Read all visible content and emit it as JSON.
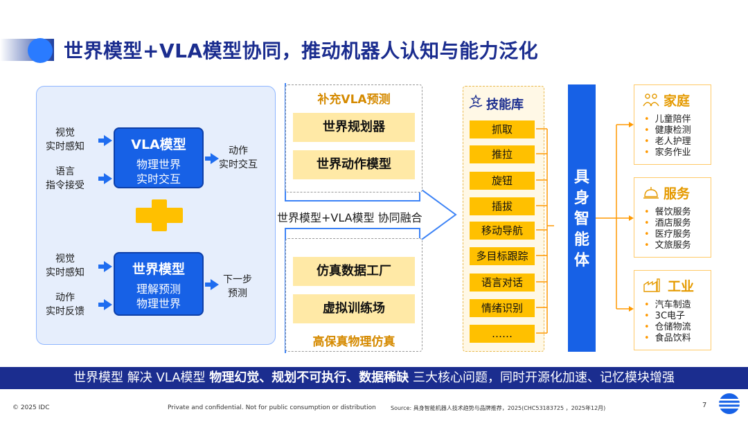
{
  "title": "世界模型+VLA模型协同，推动机器人认知与能力泛化",
  "left": {
    "vla_model": {
      "inputs": [
        {
          "line1": "视觉",
          "line2": "实时感知"
        },
        {
          "line1": "语言",
          "line2": "指令接受"
        }
      ],
      "title": "VLA模型",
      "sub1": "物理世界",
      "sub2": "实时交互",
      "output_line1": "动作",
      "output_line2": "实时交互"
    },
    "world_model": {
      "inputs": [
        {
          "line1": "视觉",
          "line2": "实时感知"
        },
        {
          "line1": "动作",
          "line2": "实时反馈"
        }
      ],
      "title": "世界模型",
      "sub1": "理解预测",
      "sub2": "物理世界",
      "output_line1": "下一步",
      "output_line2": "预测"
    }
  },
  "middle": {
    "top_head": "补充VLA预测",
    "top_items": [
      "世界规划器",
      "世界动作模型"
    ],
    "arrow_text": "世界模型+VLA模型   协同融合",
    "bottom_items": [
      "仿真数据工厂",
      "虚拟训练场"
    ],
    "bottom_head": "高保真物理仿真"
  },
  "skills": {
    "head": "技能库",
    "items": [
      "抓取",
      "推拉",
      "旋钮",
      "插拔",
      "移动导航",
      "多目标跟踪",
      "语言对话",
      "情绪识别",
      "……"
    ]
  },
  "embodied": "具身智能体",
  "categories": [
    {
      "name": "家庭",
      "items": [
        "儿童陪伴",
        "健康检测",
        "老人护理",
        "家务作业"
      ]
    },
    {
      "name": "服务",
      "items": [
        "餐饮服务",
        "酒店服务",
        "医疗服务",
        "文旅服务"
      ]
    },
    {
      "name": "工业",
      "items": [
        "汽车制造",
        "3C电子",
        "仓储物流",
        "食品饮料"
      ]
    }
  ],
  "banner": {
    "p1": "世界模型 解决 VLA模型 ",
    "p2": "物理幻觉、规划不可执行、数据稀缺",
    "p3": " 三大核心问题，同时开源化加速、记忆模块增强"
  },
  "footer": {
    "copyright": "© 2025 IDC",
    "confidential": "Private and confidential. Not for public consumption or distribution",
    "source": "Source: 具身智能机器人技术趋势与品牌推荐，2025(CHC53183725 ，2025年12月)",
    "page": "7"
  },
  "colors": {
    "navy": "#1b2d8f",
    "blue": "#1761e6",
    "gold": "#ffc000",
    "orange": "#ff9900",
    "light_yellow": "#ffe9a6"
  }
}
